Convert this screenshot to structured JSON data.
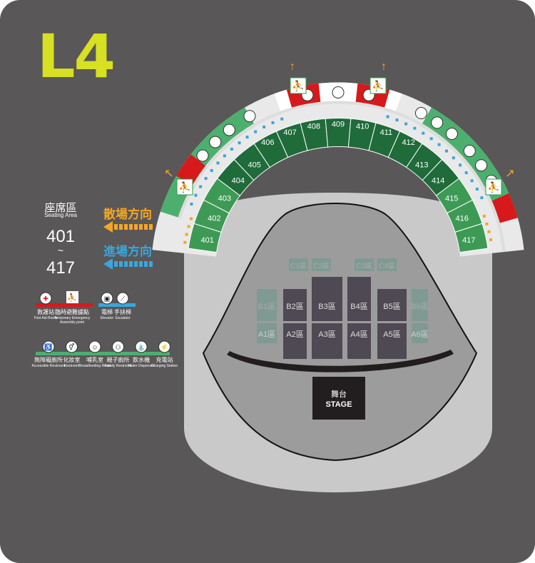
{
  "level": "L4",
  "legend": {
    "seating_title": "座席區",
    "seating_en": "Seating Area",
    "range_from": "401",
    "range_sep": "~",
    "range_to": "417",
    "exit_dir": "散場方向",
    "enter_dir": "進場方向",
    "colors": {
      "exit": "#f5a623",
      "enter": "#3aa6dc",
      "red": "#d7191c",
      "blue": "#3aa6dc",
      "green": "#4caf6e",
      "section": "#1f6b3a"
    },
    "emergency": [
      {
        "zh": "救護站",
        "en": "First Aid Room",
        "icon": "first-aid-icon"
      },
      {
        "zh": "臨時避難據點",
        "en": "Temporary Emergency Assembly point",
        "icon": "assembly-point-icon"
      }
    ],
    "transport": [
      {
        "zh": "電梯",
        "en": "Elevator",
        "icon": "elevator-icon"
      },
      {
        "zh": "手扶梯",
        "en": "Escalator",
        "icon": "escalator-icon"
      }
    ],
    "facilities": [
      {
        "zh": "無障礙廁所",
        "en": "Accessible Restroom",
        "icon": "accessible-icon"
      },
      {
        "zh": "化妝室",
        "en": "Restroom",
        "icon": "restroom-icon"
      },
      {
        "zh": "哺乳室",
        "en": "Breastfeeding Room",
        "icon": "baby-icon"
      },
      {
        "zh": "親子廁所",
        "en": "Family Restroom",
        "icon": "family-icon"
      },
      {
        "zh": "飲水機",
        "en": "Water Dispenser",
        "icon": "water-icon"
      },
      {
        "zh": "充電站",
        "en": "Charging Station",
        "icon": "charging-icon"
      }
    ]
  },
  "sections": [
    "401",
    "402",
    "403",
    "404",
    "405",
    "406",
    "407",
    "408",
    "409",
    "410",
    "411",
    "412",
    "413",
    "414",
    "415",
    "416",
    "417"
  ],
  "floor": {
    "c": [
      "C1區",
      "C2區",
      "C3區",
      "C4區"
    ],
    "b": [
      "B1區",
      "B2區",
      "B3區",
      "B4區",
      "B5區",
      "B6區"
    ],
    "a": [
      "A1區",
      "A2區",
      "A3區",
      "A4區",
      "A5區",
      "A6區"
    ]
  },
  "stage": {
    "zh": "舞台",
    "en": "STAGE"
  }
}
